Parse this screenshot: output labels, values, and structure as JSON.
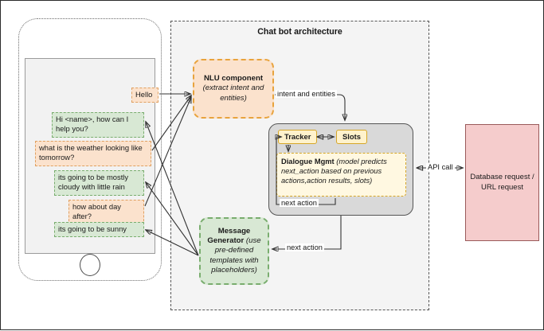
{
  "diagram": {
    "title": "Chat bot architecture"
  },
  "phone": {
    "messages": [
      {
        "id": "msg-hello",
        "role": "user",
        "text": "Hello"
      },
      {
        "id": "msg-greeting",
        "role": "bot",
        "text": "Hi <name>,  how can I help you?"
      },
      {
        "id": "msg-weather-q",
        "role": "user",
        "text": "what is the weather looking like tomorrow?"
      },
      {
        "id": "msg-weather-a",
        "role": "bot",
        "text": "its going to be mostly cloudy with little rain"
      },
      {
        "id": "msg-dayafter-q",
        "role": "user",
        "text": "how about day after?"
      },
      {
        "id": "msg-dayafter-a",
        "role": "bot",
        "text": "its going to be sunny"
      }
    ]
  },
  "components": {
    "nlu": {
      "title": "NLU component",
      "subtitle": "(extract intent and entities)"
    },
    "message_generator": {
      "title": "Message Generator",
      "subtitle": "(use pre-defined templates with placeholders)"
    },
    "tracker": {
      "label": "Tracker"
    },
    "slots": {
      "label": "Slots"
    },
    "dialogue_mgmt": {
      "title": "Dialogue Mgmt",
      "subtitle": "(model predicts next_action based on previous actions,action results, slots)"
    },
    "database": {
      "label": "Database request / URL request"
    }
  },
  "edges": {
    "intent_entities": "intent and entities",
    "next_action_inner": "next action",
    "next_action_outer": "next action",
    "api_call": "API call"
  },
  "colors": {
    "user_bubble_fill": "#fbe2cd",
    "user_bubble_stroke": "#e0a060",
    "bot_bubble_fill": "#d8e8d4",
    "bot_bubble_stroke": "#79ad6e",
    "nlu_fill": "#fbe2cd",
    "nlu_stroke": "#e8a33d",
    "msg_gen_fill": "#d8e8d4",
    "msg_gen_stroke": "#79ad6e",
    "engine_fill": "#d9d9d9",
    "chip_fill": "#fff2cc",
    "chip_stroke": "#d6a628",
    "dm_fill": "#fff8e1",
    "db_fill": "#f5cccc",
    "db_stroke": "#9a5a5a",
    "arch_fill": "#f4f4f4"
  }
}
